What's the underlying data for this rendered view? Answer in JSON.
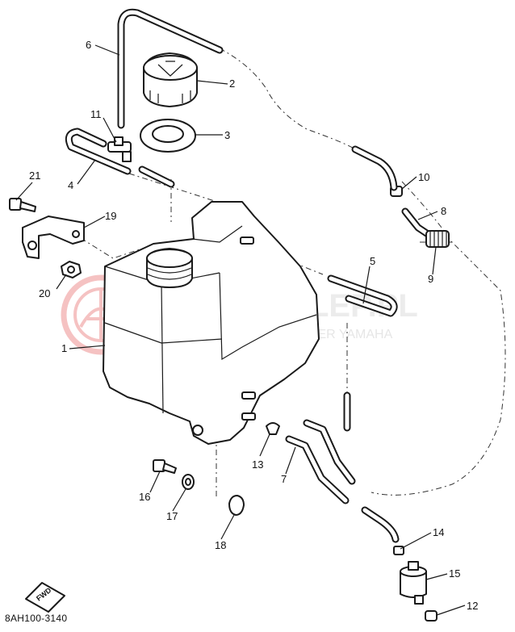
{
  "diagram_code": "8AH100-3140",
  "fwd_label": "FWD",
  "watermark": {
    "title": "YAMA-SKLEP.PL",
    "subtitle": "WOJCIECHOWICZ | DEALER YAMAHA",
    "logo_color": "#f4b8b8"
  },
  "callouts": [
    "1",
    "2",
    "3",
    "4",
    "5",
    "6",
    "7",
    "8",
    "9",
    "10",
    "11",
    "12",
    "13",
    "14",
    "15",
    "16",
    "17",
    "18",
    "19",
    "20",
    "21"
  ]
}
